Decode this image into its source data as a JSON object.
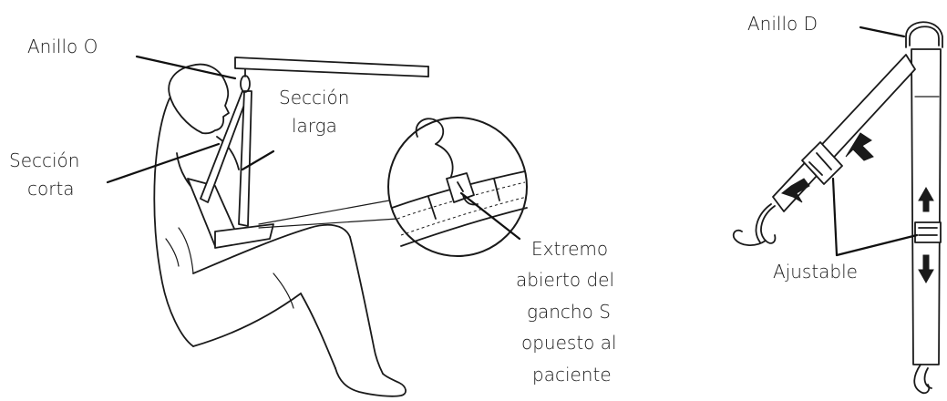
{
  "labels": {
    "o_ring": "Anillo O",
    "long_section_1": "Sección",
    "long_section_2": "larga",
    "short_section_1": "Sección",
    "short_section_2": "corta",
    "hook_end_1": "Extremo",
    "hook_end_2": "abierto del",
    "hook_end_3": "gancho S",
    "hook_end_4": "opuesto al",
    "hook_end_5": "paciente",
    "d_ring": "Anillo D",
    "adjustable": "Ajustable"
  }
}
